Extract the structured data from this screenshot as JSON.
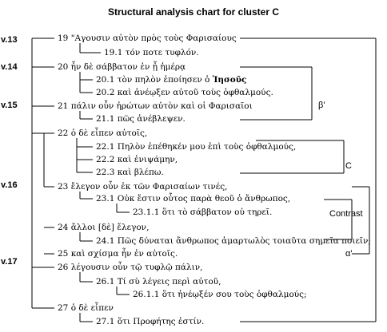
{
  "title": "Structural analysis chart for cluster C",
  "verse_labels": [
    "v.13",
    "v.14",
    "v.15",
    "v.16",
    "v.17"
  ],
  "clauses": [
    {
      "num": "19",
      "text": "\"Αγουσιν αὐτὸν πρὸς τοὺς Φαρισαίους"
    },
    {
      "num": "19.1",
      "text": "τόν ποτε τυφλόν."
    },
    {
      "num": "20",
      "text": "ἦν δὲ σάββατον ἐν ᾗ ἡμέρᾳ"
    },
    {
      "num": "20.1",
      "text": "τὸν πηλὸν ἐποίησεν ὁ",
      "emph": "Ἰησοῦς"
    },
    {
      "num": "20.2",
      "text": "καὶ ἀνέῳξεν αὐτοῦ τοὺς ὀφθαλμούς."
    },
    {
      "num": "21",
      "text": "πάλιν οὖν ἠρώτων αὐτὸν καὶ οἱ Φαρισαῖοι"
    },
    {
      "num": "21.1",
      "text": "πῶς ἀνέβλεψεν."
    },
    {
      "num": "22",
      "text": "ὁ δὲ εἶπεν αὐτοῖς,"
    },
    {
      "num": "22.1",
      "text": "Πηλὸν ἐπέθηκέν μου ἐπὶ τοὺς ὀφθαλμούς,"
    },
    {
      "num": "22.2",
      "text": "καὶ ἐνιψάμην,"
    },
    {
      "num": "22.3",
      "text": "καὶ βλέπω."
    },
    {
      "num": "23",
      "text": "ἔλεγον οὖν ἐκ τῶν Φαρισαίων τινές,"
    },
    {
      "num": "23.1",
      "text": "Οὐκ ἔστιν οὗτος παρὰ θεοῦ ὁ ἄνθρωπος,"
    },
    {
      "num": "23.1.1",
      "text": "ὅτι τὸ σάββατον οὐ τηρεῖ."
    },
    {
      "num": "24",
      "text": "ἄλλοι [δὲ] ἔλεγον,"
    },
    {
      "num": "24.1",
      "text": "Πῶς δύναται ἄνθρωπος ἁμαρτωλὸς τοιαῦτα σημεῖα ποιεῖν;"
    },
    {
      "num": "25",
      "text": "καὶ σχίσμα ἦν ἐν αὐτοῖς."
    },
    {
      "num": "26",
      "text": "λέγουσιν οὖν τῷ τυφλῷ πάλιν,"
    },
    {
      "num": "26.1",
      "text": "Τί σὺ λέγεις περὶ αὐτοῦ,"
    },
    {
      "num": "26.1.1",
      "text": "ὅτι ἠνέῳξέν σου τοὺς ὀφθαλμούς;"
    },
    {
      "num": "27",
      "text": "ὁ δὲ εἶπεν"
    },
    {
      "num": "27.1",
      "text": "ὅτι Προφήτης ἐστίν."
    }
  ],
  "labels": {
    "b_prime": "β'",
    "c": "C",
    "contrast": "Contrast",
    "a_prime": "α'"
  }
}
